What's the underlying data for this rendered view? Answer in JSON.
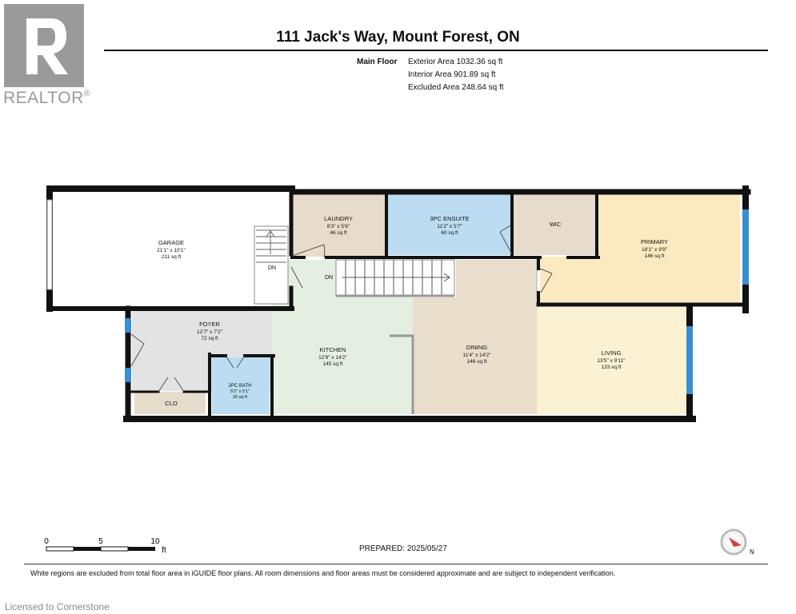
{
  "logo": {
    "text": "REALTOR",
    "mark": "®",
    "icon": "realtor-r-logo"
  },
  "header": {
    "title": "111 Jack's Way, Mount Forest, ON",
    "floor_label": "Main Floor",
    "areas": [
      "Exterior Area 1032.36 sq ft",
      "Interior Area 901.89 sq ft",
      "Excluded Area 248.64 sq ft"
    ]
  },
  "rooms": {
    "garage": {
      "name": "GARAGE",
      "dims": "21'1\" x 10'1\"",
      "area": "211 sq ft"
    },
    "laundry": {
      "name": "LAUNDRY",
      "dims": "8'3\" x 5'6\"",
      "area": "46 sq ft"
    },
    "ensuite": {
      "name": "3PC ENSUITE",
      "dims": "11'2\" x 5'7\"",
      "area": "60 sq ft"
    },
    "wic": {
      "name": "WIC"
    },
    "primary": {
      "name": "PRIMARY",
      "dims": "18'1\" x 9'9\"",
      "area": "146 sq ft"
    },
    "foyer": {
      "name": "FOYER",
      "dims": "12'7\" x 7'2\"",
      "area": "72 sq ft"
    },
    "kitchen": {
      "name": "KITCHEN",
      "dims": "12'9\" x 14'2\"",
      "area": "145 sq ft"
    },
    "dining": {
      "name": "DINING",
      "dims": "11'4\" x 14'2\"",
      "area": "146 sq ft"
    },
    "living": {
      "name": "LIVING",
      "dims": "13'5\" x 9'11\"",
      "area": "133 sq ft"
    },
    "bath": {
      "name": "2PC BATH",
      "dims": "5'2\" x 5'1\"",
      "area": "26 sq ft"
    },
    "clo": {
      "name": "CLO"
    }
  },
  "stairs": {
    "dn_label_1": "DN",
    "dn_label_2": "DN"
  },
  "colors": {
    "garage": "#ffffff",
    "laundry": "#e7dccb",
    "ensuite": "#bcdcf2",
    "wic": "#e7dccb",
    "primary": "#fbeac0",
    "foyer": "#e3e3e3",
    "kitchen": "#e4efe1",
    "dining": "#e9ddcc",
    "living": "#fbf2d4",
    "bath": "#bcdcf2",
    "clo": "#e7dccb",
    "wall": "#111111",
    "window": "#3a8fd0"
  },
  "scale": {
    "labels": [
      "0",
      "5",
      "10"
    ],
    "unit": "ft"
  },
  "footer": {
    "prepared": "PREPARED: 2025/05/27",
    "disclaimer": "White regions are excluded from total floor area in iGUIDE floor plans. All room dimensions and floor areas must be considered approximate and are subject to independent verification.",
    "licensed": "Licensed to Cornerstone"
  },
  "compass": {
    "label": "N",
    "icon": "compass-icon"
  }
}
